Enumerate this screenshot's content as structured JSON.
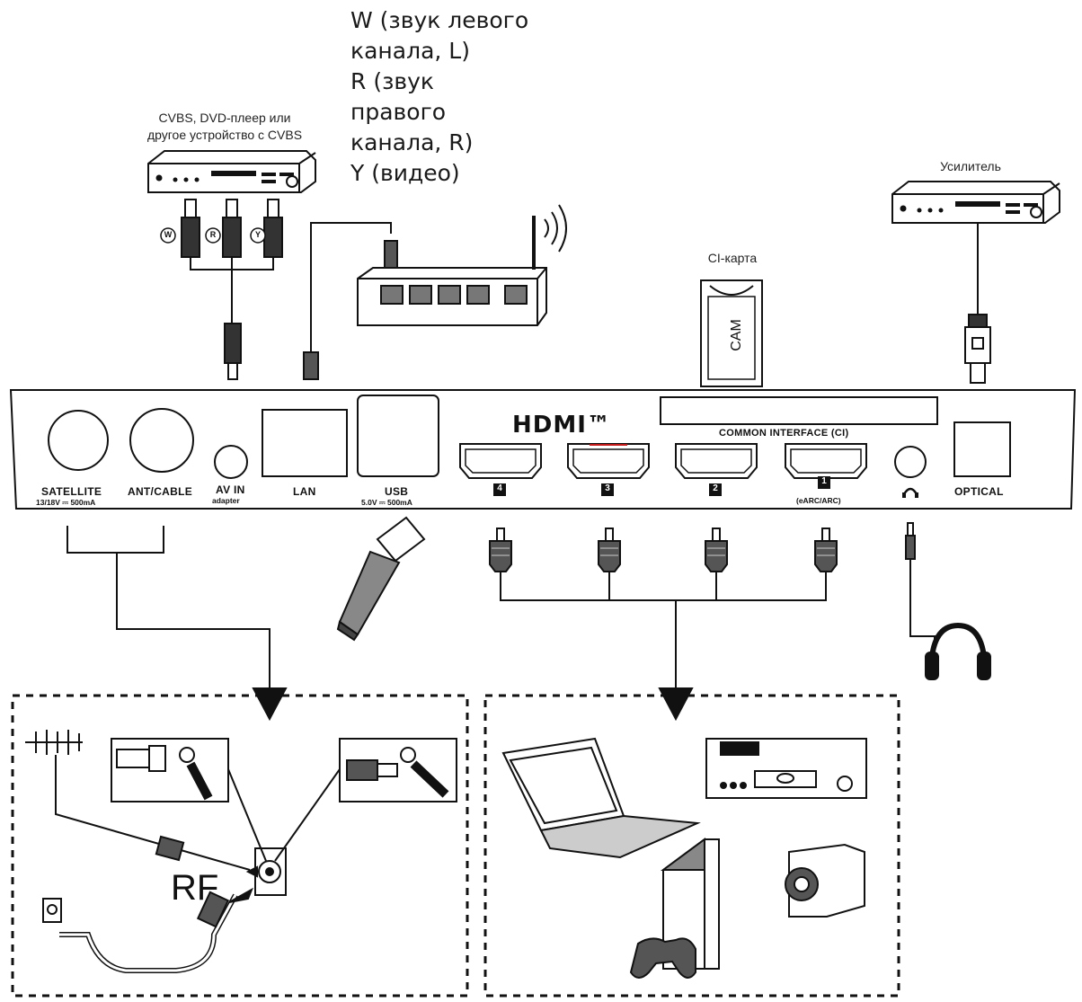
{
  "legend": {
    "lines": [
      "W (звук левого",
      "канала, L)",
      "R (звук",
      "правого",
      "канала, R)",
      "Y (видео)"
    ]
  },
  "captions": {
    "dvd_line1": "CVBS, DVD-плеер или",
    "dvd_line2": "другое устройство с CVBS",
    "amplifier": "Усилитель",
    "ci_card": "CI-карта",
    "cam": "CAM",
    "rf": "RF"
  },
  "rca_plugs": [
    "W",
    "R",
    "Y"
  ],
  "panel": {
    "hdmi_logo": "HDMI™",
    "common_interface": "COMMON INTERFACE (CI)",
    "satellite": "SATELLITE",
    "satellite_sub": "13/18V ⎓ 500mA",
    "ant_cable": "ANT/CABLE",
    "av_in": "AV IN",
    "av_in_sub": "adapter",
    "lan": "LAN",
    "usb": "USB",
    "usb_sub": "5.0V ⎓ 500mA",
    "hdmi_ports": [
      "4",
      "3",
      "2",
      "1"
    ],
    "hdmi1_sub": "(eARC/ARC)",
    "optical": "OPTICAL"
  }
}
